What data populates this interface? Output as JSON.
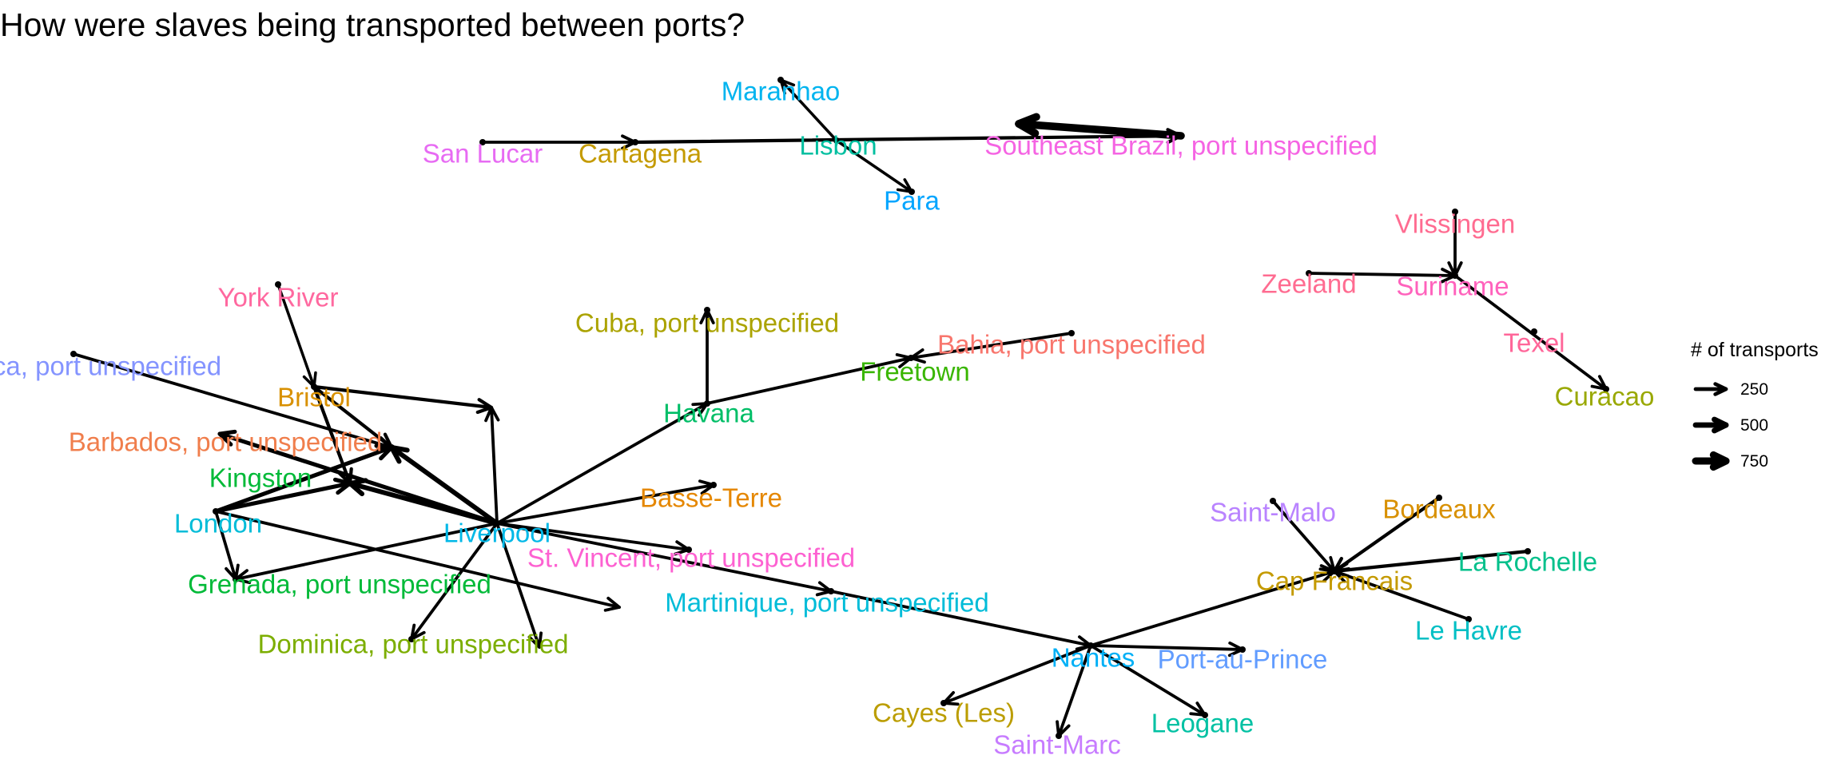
{
  "title": "How were slaves being transported between ports?",
  "legend": {
    "title": "# of transports",
    "entries": [
      {
        "label": "250",
        "value": 250
      },
      {
        "label": "500",
        "value": 500
      },
      {
        "label": "750",
        "value": 750
      }
    ]
  },
  "nodes": [
    {
      "id": "san_lucar",
      "label": "San Lucar",
      "color": "#E76BF3"
    },
    {
      "id": "cartagena",
      "label": "Cartagena",
      "color": "#C49A00"
    },
    {
      "id": "maranhao",
      "label": "Maranhao",
      "color": "#00B4EF"
    },
    {
      "id": "lisbon",
      "label": "Lisbon",
      "color": "#00BFA0"
    },
    {
      "id": "para",
      "label": "Para",
      "color": "#00A5FF"
    },
    {
      "id": "se_brazil",
      "label": "Southeast Brazil, port unspecified",
      "color": "#F564E3"
    },
    {
      "id": "vlissingen",
      "label": "Vlissingen",
      "color": "#FF6C91"
    },
    {
      "id": "zeeland",
      "label": "Zeeland",
      "color": "#FF6C91"
    },
    {
      "id": "suriname",
      "label": "Suriname",
      "color": "#FF62BC"
    },
    {
      "id": "texel",
      "label": "Texel",
      "color": "#FF6699"
    },
    {
      "id": "curacao",
      "label": "Curacao",
      "color": "#99A800"
    },
    {
      "id": "york_river",
      "label": "York River",
      "color": "#FF689F"
    },
    {
      "id": "jamaica",
      "label": "Jamaica, port unspecified",
      "color": "#8494FF"
    },
    {
      "id": "bristol",
      "label": "Bristol",
      "color": "#D89000"
    },
    {
      "id": "barbados",
      "label": "Barbados, port unspecified",
      "color": "#F07E4C"
    },
    {
      "id": "kingston",
      "label": "Kingston",
      "color": "#00BA38"
    },
    {
      "id": "london",
      "label": "London",
      "color": "#00BCD8"
    },
    {
      "id": "liverpool",
      "label": "Liverpool",
      "color": "#00B8E7"
    },
    {
      "id": "grenada",
      "label": "Grenada, port unspecified",
      "color": "#00BA38"
    },
    {
      "id": "dominica",
      "label": "Dominica, port unspecified",
      "color": "#7CAE00"
    },
    {
      "id": "cuba",
      "label": "Cuba, port unspecified",
      "color": "#ABA300"
    },
    {
      "id": "havana",
      "label": "Havana",
      "color": "#00BE67"
    },
    {
      "id": "freetown",
      "label": "Freetown",
      "color": "#39B600"
    },
    {
      "id": "bahia",
      "label": "Bahia, port unspecified",
      "color": "#F8766D"
    },
    {
      "id": "basse_terre",
      "label": "Basse-Terre",
      "color": "#E58700"
    },
    {
      "id": "st_vincent",
      "label": "St. Vincent, port unspecified",
      "color": "#FD61D1"
    },
    {
      "id": "martinique",
      "label": "Martinique, port unspecified",
      "color": "#00BCD8"
    },
    {
      "id": "saint_malo",
      "label": "Saint-Malo",
      "color": "#B983FF"
    },
    {
      "id": "bordeaux",
      "label": "Bordeaux",
      "color": "#D89000"
    },
    {
      "id": "la_rochelle",
      "label": "La Rochelle",
      "color": "#00C08B"
    },
    {
      "id": "cap_francais",
      "label": "Cap Francais",
      "color": "#C49A00"
    },
    {
      "id": "le_havre",
      "label": "Le Havre",
      "color": "#00BFC4"
    },
    {
      "id": "nantes",
      "label": "Nantes",
      "color": "#00B0F6"
    },
    {
      "id": "port_au_prince",
      "label": "Port-au-Prince",
      "color": "#619CFF"
    },
    {
      "id": "cayes",
      "label": "Cayes (Les)",
      "color": "#BB9D00"
    },
    {
      "id": "saint_marc",
      "label": "Saint-Marc",
      "color": "#C77CFF"
    },
    {
      "id": "leogane",
      "label": "Leogane",
      "color": "#00C1A3"
    }
  ],
  "edges": [
    {
      "from": "san_lucar",
      "to": "cartagena",
      "weight": 150
    },
    {
      "from": "lisbon",
      "to": "maranhao",
      "weight": 120
    },
    {
      "from": "lisbon",
      "to": "para",
      "weight": 120
    },
    {
      "from": "cartagena",
      "to": "se_brazil",
      "weight": 200
    },
    {
      "from": "se_brazil",
      "to": "se_brazil_hub",
      "weight": 820
    },
    {
      "from": "vlissingen",
      "to": "suriname",
      "weight": 150
    },
    {
      "from": "zeeland",
      "to": "suriname",
      "weight": 150
    },
    {
      "from": "suriname",
      "to": "curacao",
      "weight": 150
    },
    {
      "from": "liverpool",
      "to": "havana",
      "weight": 150
    },
    {
      "from": "havana",
      "to": "cuba",
      "weight": 150
    },
    {
      "from": "havana",
      "to": "freetown",
      "weight": 150
    },
    {
      "from": "bahia",
      "to": "freetown",
      "weight": 150
    },
    {
      "from": "liverpool",
      "to": "basse_terre",
      "weight": 150
    },
    {
      "from": "liverpool",
      "to": "st_vincent",
      "weight": 150
    },
    {
      "from": "liverpool",
      "to": "martinique",
      "weight": 150
    },
    {
      "from": "liverpool",
      "to": "jamaica_hub",
      "weight": 150
    },
    {
      "from": "liverpool",
      "to": "dominica",
      "weight": 150
    },
    {
      "from": "liverpool",
      "to": "grenada",
      "weight": 150
    },
    {
      "from": "liverpool",
      "to": "dominica_b",
      "weight": 150
    },
    {
      "from": "liverpool",
      "to": "barbados",
      "weight": 400
    },
    {
      "from": "liverpool",
      "to": "kingston",
      "weight": 400
    },
    {
      "from": "liverpool",
      "to": "bristol_hub",
      "weight": 300
    },
    {
      "from": "london",
      "to": "kingston",
      "weight": 300
    },
    {
      "from": "london",
      "to": "barbados",
      "weight": 300
    },
    {
      "from": "london",
      "to": "grenada",
      "weight": 150
    },
    {
      "from": "london",
      "to": "liverpool_b",
      "weight": 150
    },
    {
      "from": "jamaica",
      "to": "barbados",
      "weight": 150
    },
    {
      "from": "york_river",
      "to": "bristol",
      "weight": 120
    },
    {
      "from": "bristol",
      "to": "barbados",
      "weight": 200
    },
    {
      "from": "bristol",
      "to": "kingston",
      "weight": 200
    },
    {
      "from": "bristol",
      "to": "jamaica_hub",
      "weight": 200
    },
    {
      "from": "martinique",
      "to": "nantes",
      "weight": 150
    },
    {
      "from": "nantes",
      "to": "cap_francais",
      "weight": 150
    },
    {
      "from": "nantes",
      "to": "port_au_prince",
      "weight": 150
    },
    {
      "from": "nantes",
      "to": "cayes",
      "weight": 150
    },
    {
      "from": "nantes",
      "to": "saint_marc",
      "weight": 150
    },
    {
      "from": "nantes",
      "to": "leogane",
      "weight": 150
    },
    {
      "from": "saint_malo",
      "to": "cap_francais",
      "weight": 150
    },
    {
      "from": "bordeaux",
      "to": "cap_francais",
      "weight": 200
    },
    {
      "from": "la_rochelle",
      "to": "cap_francais",
      "weight": 200
    },
    {
      "from": "le_havre",
      "to": "cap_francais",
      "weight": 150
    }
  ]
}
